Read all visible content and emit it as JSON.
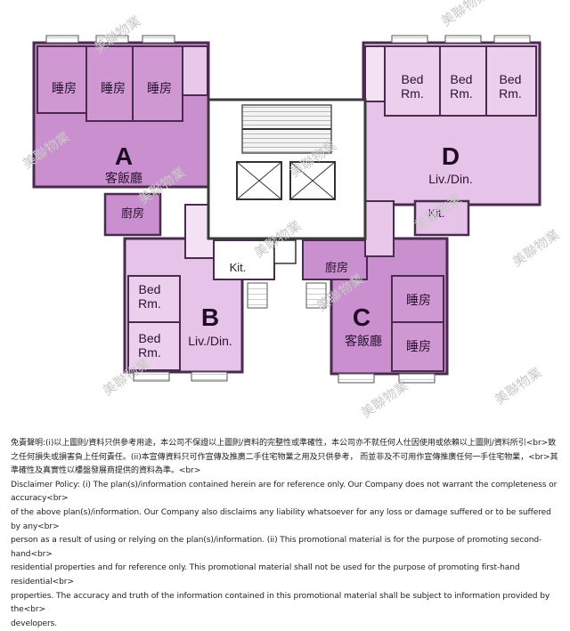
{
  "units": {
    "A": {
      "letter": "A",
      "living": "客飯廳",
      "bedrooms": [
        "睡房",
        "睡房",
        "睡房"
      ],
      "kitchen": "廚房"
    },
    "B": {
      "letter": "B",
      "living": "Liv./Din.",
      "bedrooms": [
        "Bed\nRm.",
        "Bed\nRm."
      ],
      "kitchen": "Kit."
    },
    "C": {
      "letter": "C",
      "living": "客飯廳",
      "bedrooms": [
        "睡房",
        "睡房"
      ],
      "kitchen": "廚房"
    },
    "D": {
      "letter": "D",
      "living": "Liv./Din.",
      "bedrooms": [
        "Bed\nRm.",
        "Bed\nRm.",
        "Bed\nRm."
      ],
      "kitchen": "Kit."
    }
  },
  "watermark": "美聯物業",
  "disclaimer": "免責聲明:(i)以上圖則/資料只供參考用途，本公司不保證以上圖則/資料的完整性或準確性，本公司亦不就任何人仕因使用或依賴以上圖則/資料所引<br>致之任何損失或損害負上任何責任。(ii)本宣傳資料只可作宣傳及推廣二手住宅物業之用及只供參考， 而並非及不可用作宣傳推廣任何一手住宅物業，<br>其準確性及真實性以樓盤發展商提供的資料為準。<br>\nDisclaimer Policy: (i) The plan(s)/information contained herein are for reference only. Our Company does not warrant the completeness or accuracy<br>\nof the above plan(s)/information. Our Company also disclaims any liability whatsoever for any loss or damage suffered or to be suffered by any<br>\nperson as a result of using or relying on the plan(s)/information. (ii) This promotional material is for the purpose of promoting second-hand<br>\nresidential properties and for reference only. This promotional material shall not be used for the purpose of promoting first-hand residential<br>\nproperties. The accuracy and truth of the information contained in this promotional material shall be subject to information provided by the<br>\ndevelopers."
}
